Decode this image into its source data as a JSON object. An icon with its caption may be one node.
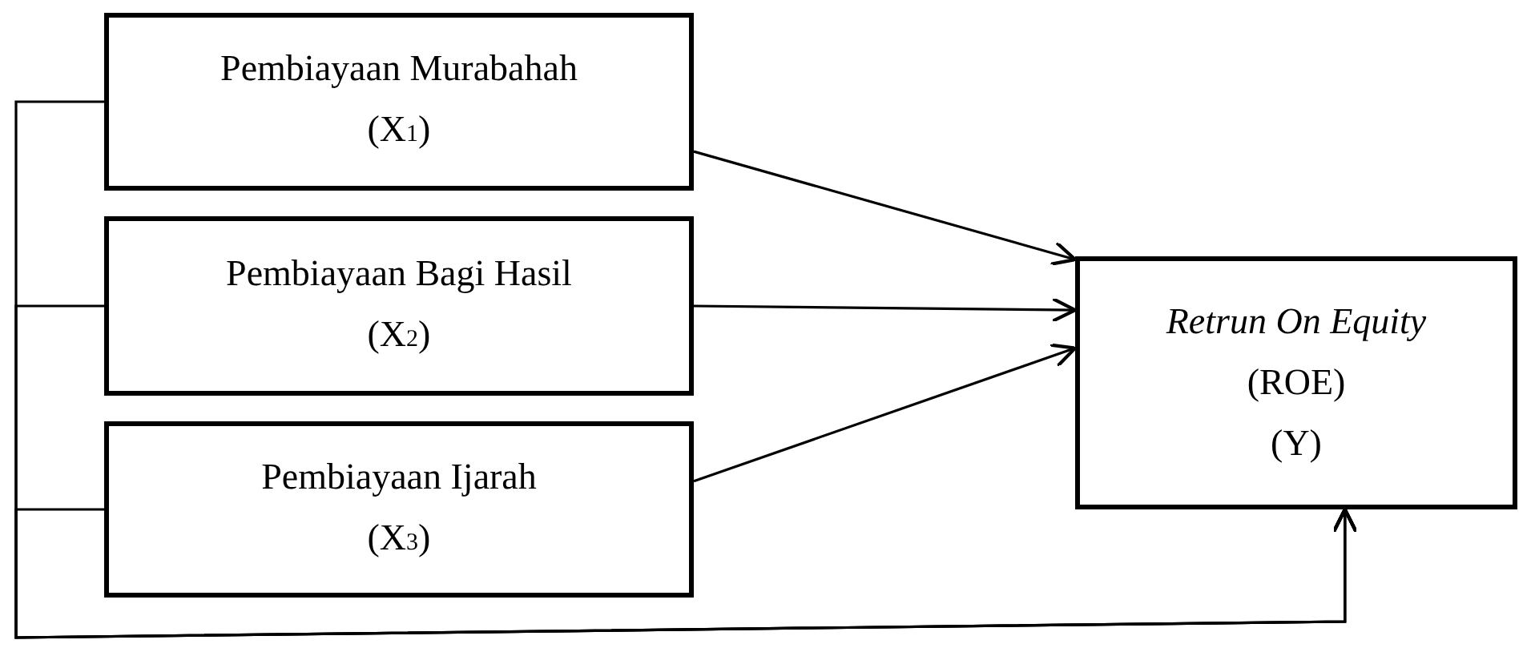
{
  "diagram": {
    "nodes": [
      {
        "text": [
          "Pembiayaan Murabahah",
          "(X$_{1}$)"
        ]
      },
      {
        "text": [
          "Pembiayaan Bagi Hasil",
          "(X$_{2}$)"
        ]
      },
      {
        "text": [
          "Pembiayaan Ijarah",
          "(X$_{3}$)"
        ]
      },
      {
        "text": [
          "*Retrun On Equity*",
          "(ROE)",
          "(Y)"
        ]
      }
    ],
    "edges": [
      {
        "from": 0,
        "to": 3,
        "arrow": "to"
      },
      {
        "from": 1,
        "to": 3,
        "arrow": "to"
      },
      {
        "from": 2,
        "to": 3,
        "arrow": "to"
      },
      {
        "from": 0,
        "to": 3,
        "arrow": "to"
      },
      {
        "from": 1,
        "to": 3,
        "arrow": "to"
      },
      {
        "from": 2,
        "to": 3,
        "arrow": "to"
      }
    ]
  }
}
